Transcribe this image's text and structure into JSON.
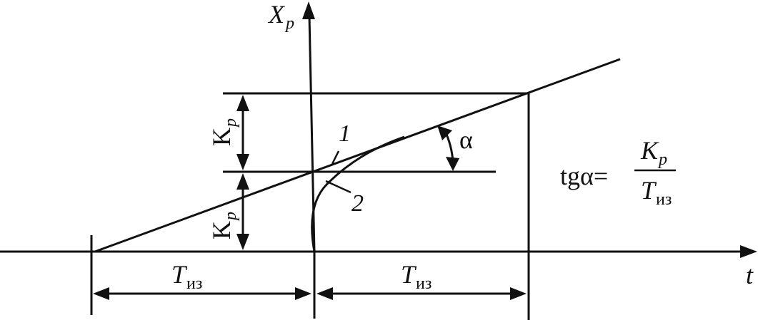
{
  "labels": {
    "y_axis": "X",
    "y_axis_sub": "p",
    "x_axis": "t",
    "gain_symbol": "K",
    "gain_sub": "p",
    "time_symbol": "T",
    "time_sub": "из",
    "curve_1": "1",
    "curve_2": "2",
    "angle": "α",
    "formula_lhs": "tgα=",
    "formula_num": "K",
    "formula_num_sub": "p",
    "formula_den": "T",
    "formula_den_sub": "из"
  },
  "colors": {
    "line": "#111111",
    "background": "#ffffff"
  }
}
